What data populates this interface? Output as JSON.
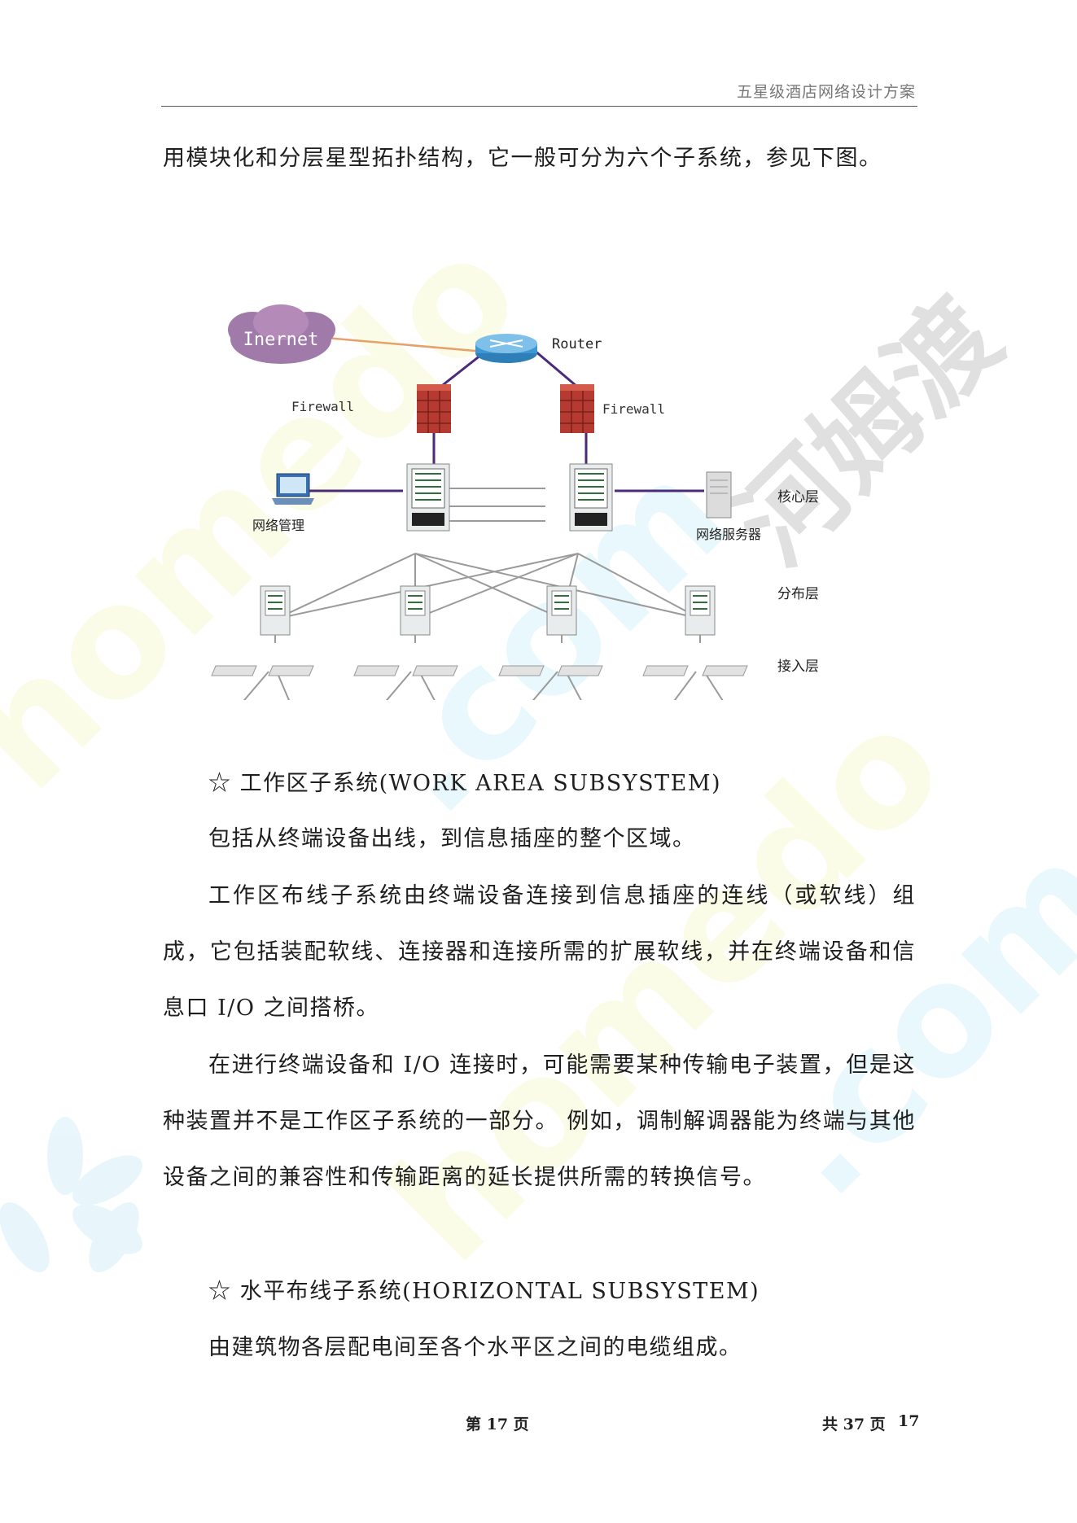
{
  "header": {
    "title": "五星级酒店网络设计方案"
  },
  "body": {
    "intro": "用模块化和分层星型拓扑结构，它一般可分为六个子系统，参见下图。",
    "section1_heading": "☆ 工作区子系统(WORK AREA SUBSYSTEM)",
    "section1_p1": "包括从终端设备出线，到信息插座的整个区域。",
    "section1_p2": "工作区布线子系统由终端设备连接到信息插座的连线（或软线）组成，它包括装配软线、连接器和连接所需的扩展软线，并在终端设备和信息口 I/O 之间搭桥。",
    "section1_p3": "在进行终端设备和 I/O 连接时，可能需要某种传输电子装置，但是这种装置并不是工作区子系统的一部分。 例如，调制解调器能为终端与其他设备之间的兼容性和传输距离的延长提供所需的转换信号。",
    "section2_heading": "☆ 水平布线子系统(HORIZONTAL SUBSYSTEM)",
    "section2_p1": "由建筑物各层配电间至各个水平区之间的电缆组成。"
  },
  "diagram": {
    "internet_label": "Inernet",
    "router_label": "Router",
    "firewall_left_label": "Firewall",
    "firewall_right_label": "Firewall",
    "mgmt_label": "网络管理",
    "server_label": "网络服务器",
    "core_layer_label": "核心层",
    "distribution_layer_label": "分布层",
    "access_layer_label": "接入层"
  },
  "footer": {
    "page_label": "第 17 页",
    "total_label": "共 37 页",
    "page_number": "17"
  }
}
